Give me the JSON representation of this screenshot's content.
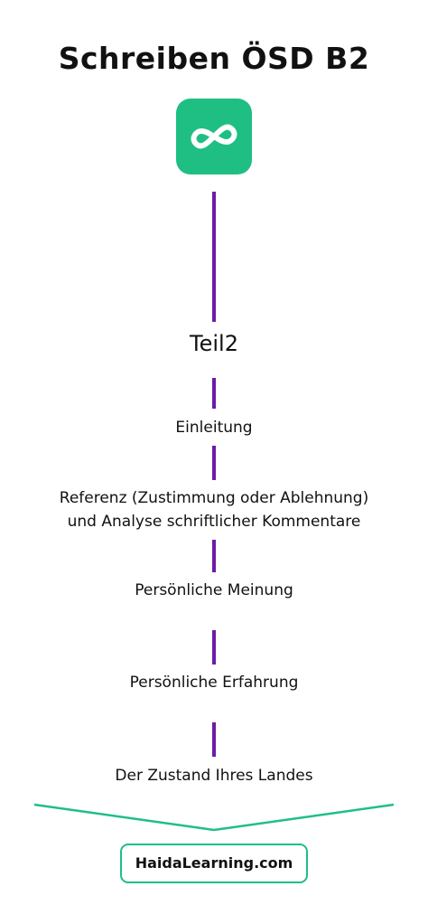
{
  "page": {
    "title": "Schreiben ÖSD B2",
    "section_heading": "Teil2",
    "steps": [
      {
        "lines": [
          "Einleitung"
        ]
      },
      {
        "lines": [
          "Referenz (Zustimmung oder Ablehnung)",
          "und Analyse schriftlicher Kommentare"
        ]
      },
      {
        "lines": [
          "Persönliche Meinung"
        ]
      },
      {
        "lines": [
          "Persönliche Erfahrung"
        ]
      },
      {
        "lines": [
          "Der Zustand Ihres Landes"
        ]
      }
    ]
  },
  "footer": {
    "site_label": "HaidaLearning.com"
  },
  "logo": {
    "icon": "infinity-link-icon"
  },
  "colors": {
    "accent_green": "#1fbf84",
    "line_purple": "#6d1ca6",
    "text": "#111111"
  }
}
